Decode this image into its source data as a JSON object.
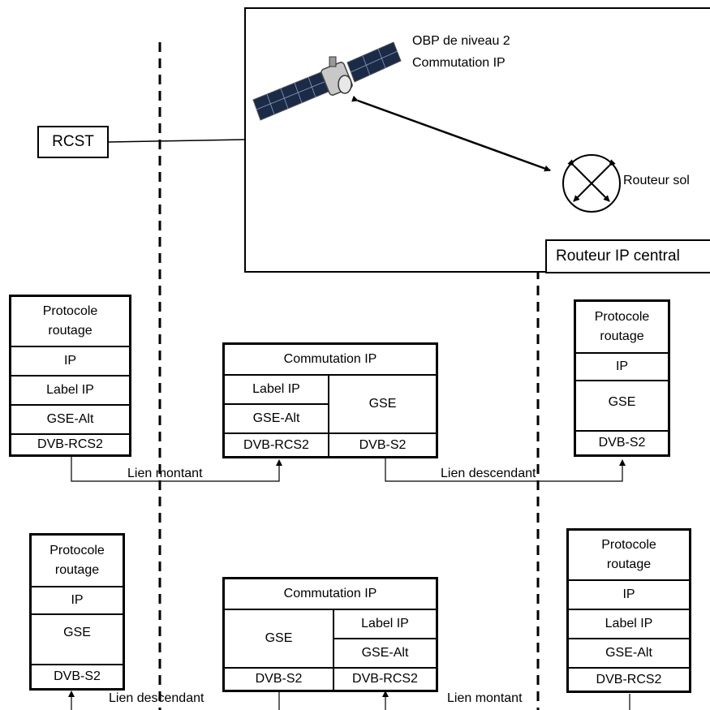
{
  "top": {
    "rcst_label": "RCST",
    "satellite_caption_line1": "OBP de niveau 2",
    "satellite_caption_line2": "Commutation IP",
    "ground_router_label": "Routeur sol",
    "central_router_label": "Routeur IP central"
  },
  "row1": {
    "left_stack": [
      "Protocole routage",
      "IP",
      "Label IP",
      "GSE-Alt",
      "DVB-RCS2"
    ],
    "middle": {
      "header": "Commutation IP",
      "left_cells": [
        "Label IP",
        "GSE-Alt",
        "DVB-RCS2"
      ],
      "right_cells": [
        "GSE",
        "DVB-S2"
      ]
    },
    "right_stack": [
      "Protocole routage",
      "IP",
      "GSE",
      "DVB-S2"
    ],
    "link_left": "Lien montant",
    "link_right": "Lien descendant"
  },
  "row2": {
    "left_stack": [
      "Protocole routage",
      "IP",
      "GSE",
      "DVB-S2"
    ],
    "middle": {
      "header": "Commutation IP",
      "left_cells": [
        "GSE",
        "DVB-S2"
      ],
      "right_cells": [
        "Label IP",
        "GSE-Alt",
        "DVB-RCS2"
      ]
    },
    "right_stack": [
      "Protocole routage",
      "IP",
      "Label IP",
      "GSE-Alt",
      "DVB-RCS2"
    ],
    "link_left": "Lien descendant",
    "link_right": "Lien montant"
  }
}
